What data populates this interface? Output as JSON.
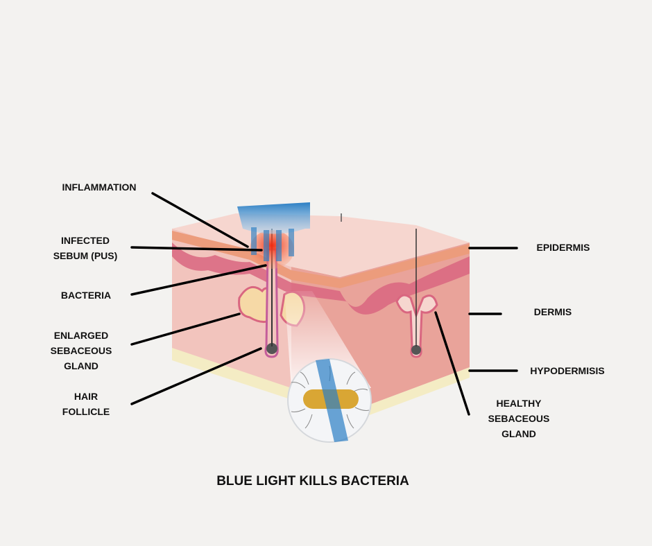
{
  "title": "BLUE LIGHT KILLS BACTERIA",
  "labels": {
    "inflammation": "INFLAMMATION",
    "infected_sebum": "INFECTED\nSEBUM (PUS)",
    "bacteria": "BACTERIA",
    "enlarged_gland": "ENLARGED\nSEBACEOUS\nGLAND",
    "hair_follicle": "HAIR\nFOLLICLE",
    "epidermis": "EPIDERMIS",
    "dermis": "DERMIS",
    "hypodermis": "HYPODERMISIS",
    "healthy_gland": "HEALTHY\nSEBACEOUS\nGLAND"
  },
  "colors": {
    "background": "#f3f2f0",
    "skin": "#f2c4bd",
    "dermis": "#e9a39a",
    "epidermis": "#ec9c7c",
    "gland": "#d96680",
    "fat": "#f4ecc4",
    "blue_light": "#2b7fc4",
    "inflammation": "#f03a1a",
    "bacterium": "#d9a634"
  }
}
